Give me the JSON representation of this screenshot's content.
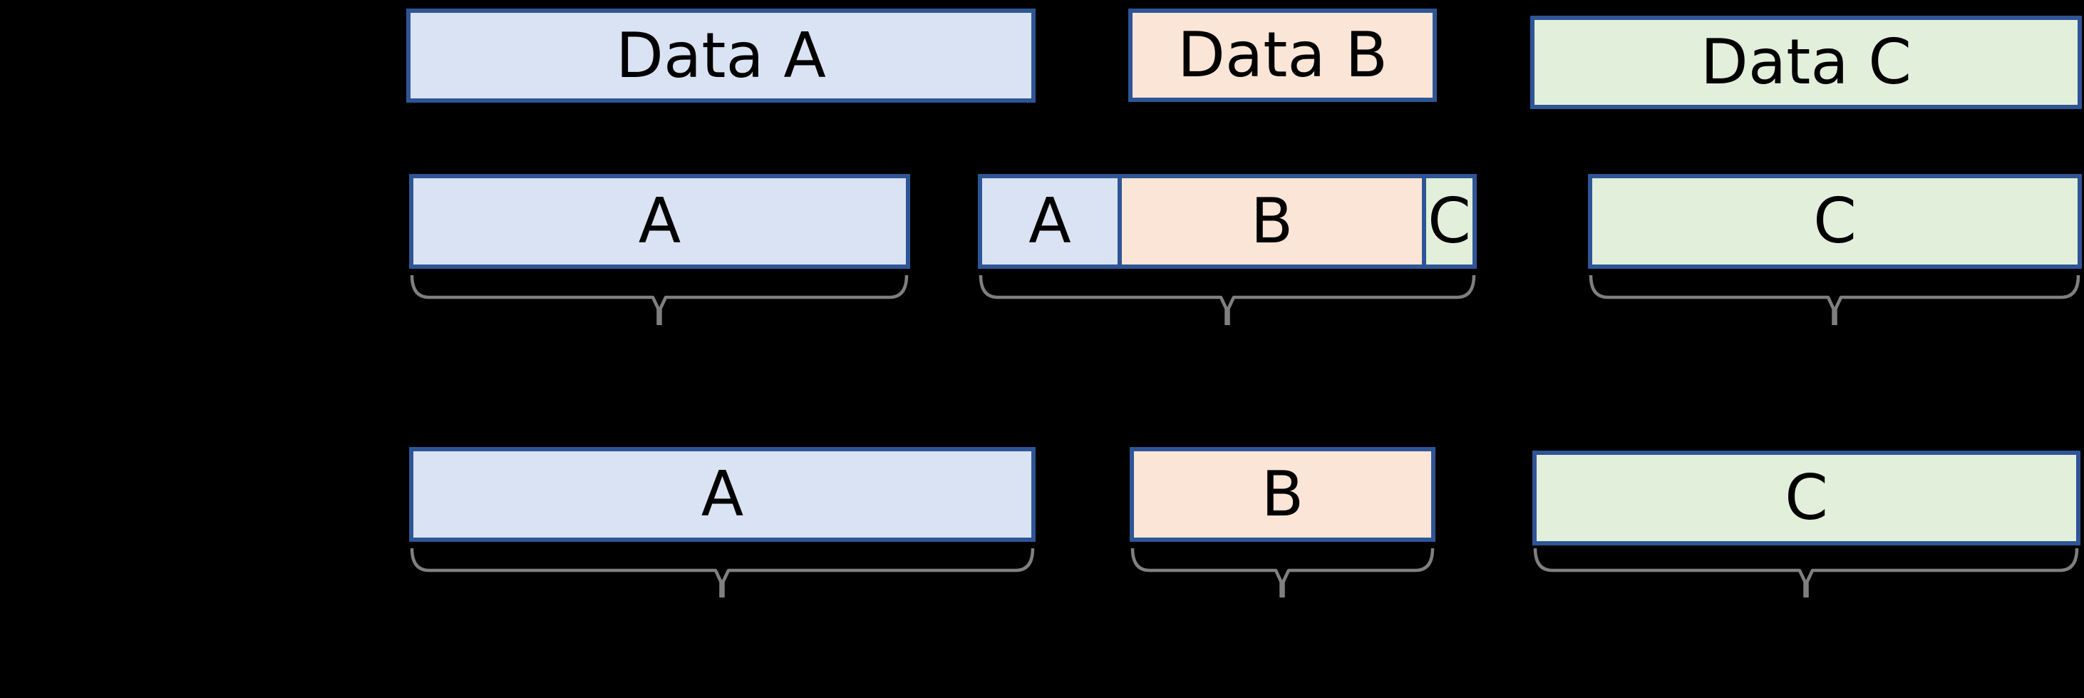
{
  "diagram": {
    "title": "chunked-data-diagram",
    "colors": {
      "blue-fill": "#DAE3F3",
      "peach-fill": "#FBE5D6",
      "green-fill": "#E2EFDA",
      "border": "#2E5596",
      "brace": "#7F7F7F",
      "text": "#000000",
      "bg": "#000000"
    },
    "row1": {
      "data_a": "Data A",
      "data_b": "Data B",
      "data_c": "Data C"
    },
    "row2": {
      "a": "A",
      "chunk": {
        "a": "A",
        "b": "B",
        "c": "C"
      },
      "c": "C"
    },
    "row3": {
      "a": "A",
      "b": "B",
      "c": "C"
    }
  }
}
